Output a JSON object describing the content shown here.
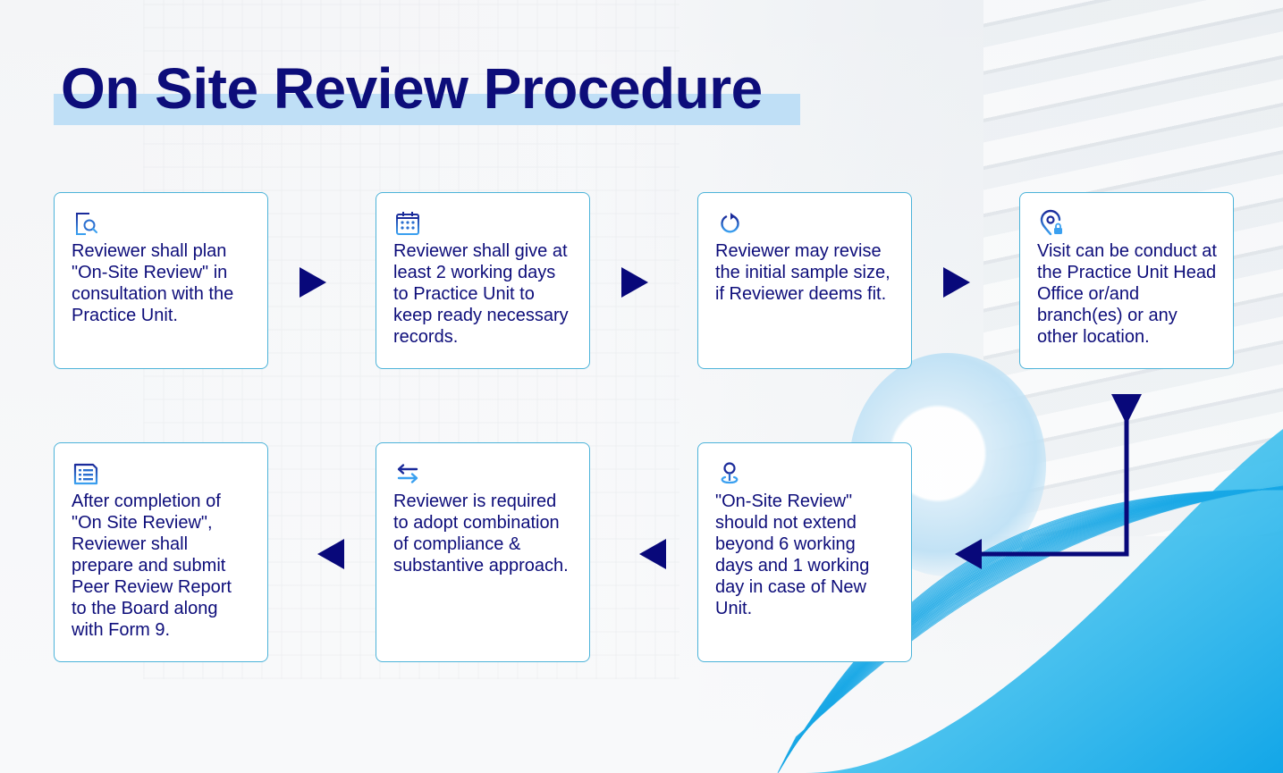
{
  "title": "On Site Review Procedure",
  "colors": {
    "title": "#0d0d7a",
    "title_highlight": "#bfdff6",
    "card_border": "#4cb3d9",
    "card_text": "#0d0d7a",
    "arrow": "#08087a",
    "icon_gradient_top": "#1a2a9a",
    "icon_gradient_bottom": "#3aa0f0",
    "wave_accent": "#19a8e6"
  },
  "steps": [
    {
      "step": 1,
      "icon": "document-search-icon",
      "text": "Reviewer shall plan \"On-Site Review\" in consultation with the Practice Unit."
    },
    {
      "step": 2,
      "icon": "calendar-icon",
      "text": "Reviewer shall give at least 2 working days to Practice Unit to keep ready necessary records."
    },
    {
      "step": 3,
      "icon": "refresh-icon",
      "text": "Reviewer may revise the initial sample size, if Reviewer deems fit."
    },
    {
      "step": 4,
      "icon": "location-lock-icon",
      "text": "Visit can be conduct at the Practice Unit Head Office or/and branch(es) or any other location."
    },
    {
      "step": 5,
      "icon": "map-pin-icon",
      "text": "\"On-Site Review\" should not extend beyond 6 working days and 1 working day in case of New Unit."
    },
    {
      "step": 6,
      "icon": "swap-arrows-icon",
      "text": "Reviewer is required to adopt combination of compliance & substantive approach."
    },
    {
      "step": 7,
      "icon": "report-list-icon",
      "text": "After completion of \"On Site Review\", Reviewer shall prepare and submit Peer Review Report to the Board along with Form 9."
    }
  ],
  "flow": [
    {
      "from": 1,
      "to": 2,
      "direction": "right"
    },
    {
      "from": 2,
      "to": 3,
      "direction": "right"
    },
    {
      "from": 3,
      "to": 4,
      "direction": "right"
    },
    {
      "from": 4,
      "to": 5,
      "direction": "down-then-left"
    },
    {
      "from": 5,
      "to": 6,
      "direction": "left"
    },
    {
      "from": 6,
      "to": 7,
      "direction": "left"
    }
  ]
}
